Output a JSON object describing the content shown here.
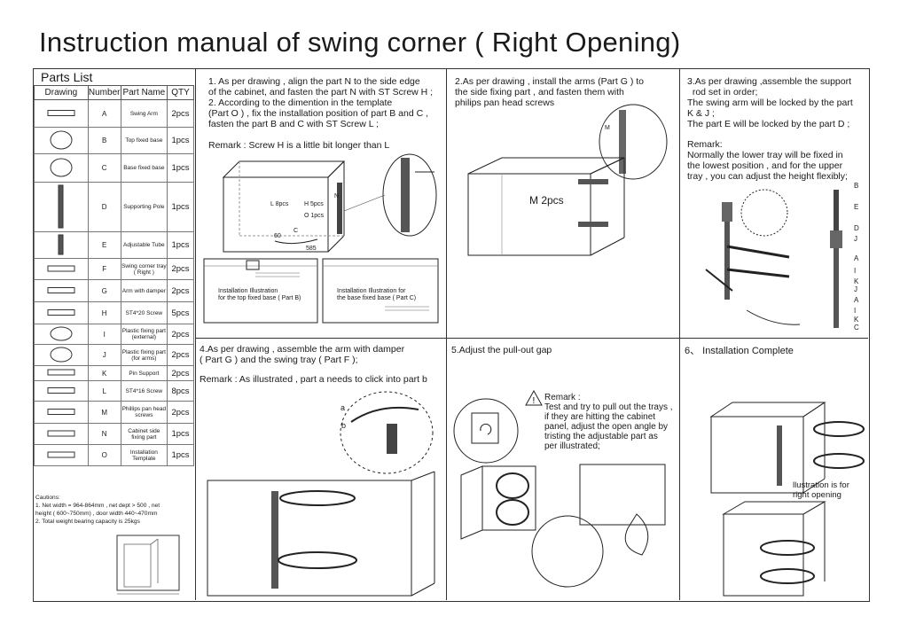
{
  "title": "Instruction manual of swing corner ( Right Opening)",
  "parts_list": {
    "heading": "Parts List",
    "columns": [
      "Drawing",
      "Number",
      "Part Name",
      "QTY"
    ],
    "rows": [
      {
        "number": "A",
        "name": "Swing Arm",
        "qty": "2pcs",
        "icon": "swing-arm-icon"
      },
      {
        "number": "B",
        "name": "Top fixed base",
        "qty": "1pcs",
        "icon": "top-fixed-base-icon"
      },
      {
        "number": "C",
        "name": "Base fixed base",
        "qty": "1pcs",
        "icon": "base-fixed-base-icon"
      },
      {
        "number": "D",
        "name": "Supporting Pole",
        "qty": "1pcs",
        "icon": "supporting-pole-icon"
      },
      {
        "number": "E",
        "name": "Adjustable Tube",
        "qty": "1pcs",
        "icon": "adjustable-tube-icon"
      },
      {
        "number": "F",
        "name": "Swing corner tray ( Right )",
        "qty": "2pcs",
        "icon": "swing-tray-icon"
      },
      {
        "number": "G",
        "name": "Arm with damper",
        "qty": "2pcs",
        "icon": "arm-damper-icon"
      },
      {
        "number": "H",
        "name": "ST4*20 Screw",
        "qty": "5pcs",
        "icon": "screw-icon"
      },
      {
        "number": "I",
        "name": "Plastic fixing part (external)",
        "qty": "2pcs",
        "icon": "plastic-fixing-external-icon"
      },
      {
        "number": "J",
        "name": "Plastic fixing part (for arms)",
        "qty": "2pcs",
        "icon": "plastic-fixing-arms-icon"
      },
      {
        "number": "K",
        "name": "Pin Support",
        "qty": "2pcs",
        "icon": "pin-support-icon"
      },
      {
        "number": "L",
        "name": "ST4*16 Screw",
        "qty": "8pcs",
        "icon": "screw-small-icon"
      },
      {
        "number": "M",
        "name": "Phillips pan head screws",
        "qty": "2pcs",
        "icon": "phillips-screw-icon"
      },
      {
        "number": "N",
        "name": "Cabinet side fixing part",
        "qty": "1pcs",
        "icon": "cabinet-side-part-icon"
      },
      {
        "number": "O",
        "name": "Installation Template",
        "qty": "1pcs",
        "icon": "template-icon"
      }
    ],
    "cautions": "Cautions:\n1. Net width = 964-864mm , net dept > 500 , net\nheight ( 600~750mm) , door width 440~470mm\n2. Total weight bearing capacity is 25kgs"
  },
  "step1": {
    "text": "1. As per drawing , align the part N to the side edge\nof the cabinet, and fasten the part N with ST Screw H ;\n2. According to the dimention in the template\n(Part O ) , fix the installation position of part B and C ,\nfasten the part B and C with ST Screw L ;",
    "remark": "Remark : Screw H is a little bit longer than L",
    "label_l": "L 8pcs",
    "label_h": "H 5pcs",
    "label_o": "O 1pcs",
    "label_n": "N",
    "label_c": "C",
    "label_60": "60",
    "label_585": "585",
    "caption_top": "Installation Illustration\nfor the top fixed base ( Part B)",
    "caption_base": "Installation Illustration for\nthe base fixed base ( Part C)"
  },
  "step2": {
    "text": "2.As per drawing , install the arms (Part G ) to\nthe side fixing part , and fasten them with\nphilips pan head screws",
    "label_m": "M",
    "label_m2": "M 2pcs"
  },
  "step3": {
    "text": "3.As per drawing ,assemble the support\n  rod set in order;\nThe swing arm will be locked by the part\nK & J ;\nThe part E will be locked by the part D ;",
    "remark": "Remark:\nNormally the lower tray will be fixed in\nthe lowest position , and for the upper\ntray , you can adjust the height flexibly;",
    "labels": [
      "B",
      "E",
      "D",
      "J",
      "A",
      "I",
      "K",
      "J",
      "A",
      "I",
      "K",
      "C"
    ]
  },
  "step4": {
    "text": "4.As per drawing , assemble the arm with damper\n( Part G ) and the swing tray ( Part F );",
    "remark": "Remark : As illustrated , part a needs to click into part b",
    "label_a": "a",
    "label_b": "b"
  },
  "step5": {
    "text": "5.Adjust the pull-out gap",
    "remark": "Remark :\nTest and try to pull out the trays ,\nif they are hitting the cabinet\npanel, adjust the open angle by\ntristing the adjustable part as\nper illustrated;"
  },
  "step6": {
    "text": "6、 Installation Complete",
    "caption": "llustration is for\nright opening"
  }
}
